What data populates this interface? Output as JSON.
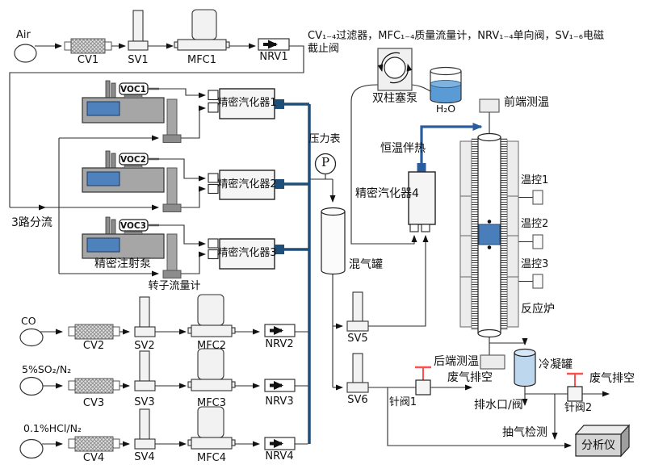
{
  "legend": {
    "line1": "CV₁₋₄过滤器，MFC₁₋₄质量流量计，NRV₁₋₄单向阀，SV₁₋₆电磁",
    "line2": "截止阀"
  },
  "sources": {
    "air": "Air",
    "co": "CO",
    "so2": "5%SO₂/N₂",
    "hcl": "0.1%HCl/N₂",
    "split": "3路分流"
  },
  "components": {
    "cv1": "CV1",
    "cv2": "CV2",
    "cv3": "CV3",
    "cv4": "CV4",
    "sv1": "SV1",
    "sv2": "SV2",
    "sv3": "SV3",
    "sv4": "SV4",
    "sv5": "SV5",
    "sv6": "SV6",
    "mfc1": "MFC1",
    "mfc2": "MFC2",
    "mfc3": "MFC3",
    "mfc4": "MFC4",
    "nrv1": "NRV1",
    "nrv2": "NRV2",
    "nrv3": "NRV3",
    "nrv4": "NRV4",
    "voc1": "VOC1",
    "voc2": "VOC2",
    "voc3": "VOC3",
    "vaporizer1": "精密汽化器1",
    "vaporizer2": "精密汽化器2",
    "vaporizer3": "精密汽化器3",
    "vaporizer4": "精密汽化器4",
    "syringe_pump": "精密注射泵",
    "rotameter": "转子流量计",
    "pressure_gauge": "压力表",
    "gauge_symbol": "P",
    "mixing_tank": "混气罐",
    "plunger_pump": "双柱塞泵",
    "water": "H₂O",
    "heat_trace": "恒温伴热",
    "front_temp": "前端测温",
    "rear_temp": "后端测温",
    "temp_ctrl_1": "温控1",
    "temp_ctrl_2": "温控2",
    "temp_ctrl_3": "温控3",
    "furnace": "反应炉",
    "condenser": "冷凝罐",
    "needle_valve_1": "针阀1",
    "needle_valve_2": "针阀2",
    "vent_left": "废气排空",
    "vent_right": "废气排空",
    "drain": "排水口/阀",
    "sampling": "抽气检测",
    "analyzer": "分析仪"
  },
  "colors": {
    "manifold_blue": "#1F4E79",
    "heat_trace_blue": "#2A5D9F",
    "catalyst_blue": "#4A7EBB",
    "water_blue": "#5B9BD5",
    "condensate_blue": "#BDD7EE",
    "valve_red": "#FF5050",
    "screen_blue": "#4F81BD"
  }
}
